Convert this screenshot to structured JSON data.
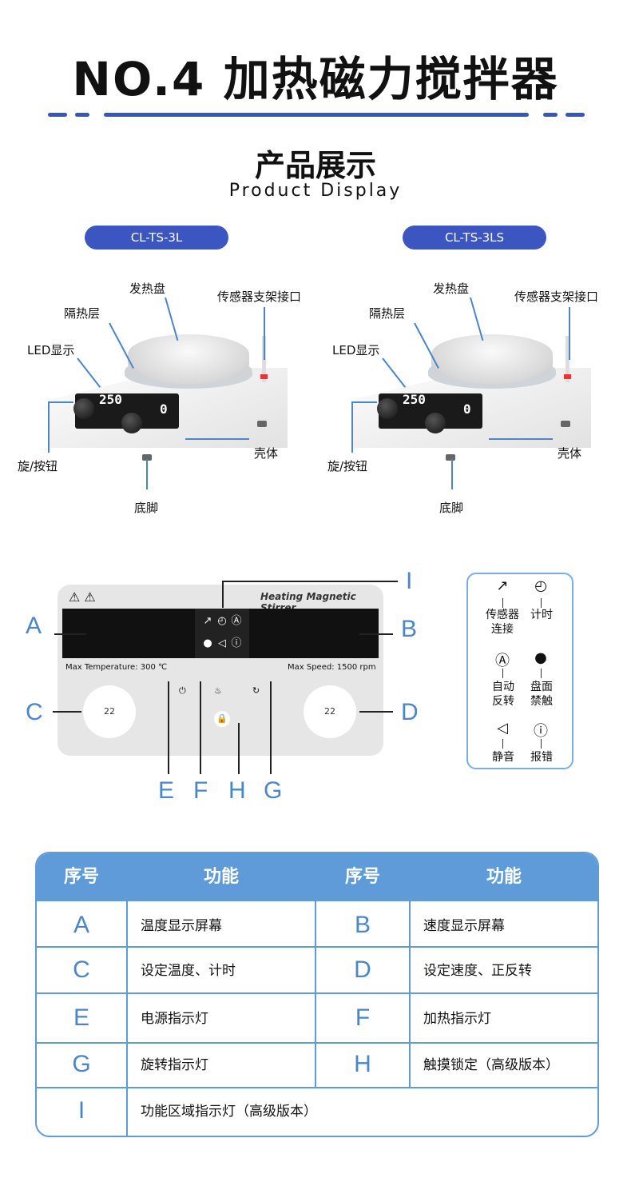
{
  "title": "NO.4 加热磁力搅拌器",
  "section": {
    "title_cn": "产品展示",
    "title_en": "Product Display"
  },
  "models": [
    {
      "name": "CL-TS-3L",
      "display": "250",
      "display_right": "0",
      "labels": {
        "plate": "发热盘",
        "sensor_port": "传感器支架接口",
        "insulation": "隔热层",
        "led": "LED显示",
        "knob": "旋/按钮",
        "housing": "壳体",
        "foot": "底脚"
      }
    },
    {
      "name": "CL-TS-3LS",
      "display": "250",
      "display_right": "0",
      "labels": {
        "plate": "发热盘",
        "sensor_port": "传感器支架接口",
        "insulation": "隔热层",
        "led": "LED显示",
        "knob": "旋/按钮",
        "housing": "壳体",
        "foot": "底脚"
      }
    }
  ],
  "panel": {
    "brand": "Heating Magnetic Stirrer",
    "max_temp": "Max Temperature:  300 ℃",
    "max_speed": "Max Speed:  1500 rpm",
    "left_dial": "22",
    "right_dial": "22",
    "letters": [
      "A",
      "B",
      "C",
      "D",
      "E",
      "F",
      "H",
      "G",
      "I"
    ]
  },
  "legend": {
    "items": [
      {
        "icon": "sensor-icon",
        "label": "传感器\n连接"
      },
      {
        "icon": "timer-icon",
        "label": "计时"
      },
      {
        "icon": "auto-reverse-icon",
        "label": "自动\n反转"
      },
      {
        "icon": "no-touch-icon",
        "label": "盘面\n禁触"
      },
      {
        "icon": "mute-icon",
        "label": "静音"
      },
      {
        "icon": "alarm-icon",
        "label": "报错"
      }
    ]
  },
  "table": {
    "headers": [
      "序号",
      "功能",
      "序号",
      "功能"
    ],
    "rows": [
      [
        "A",
        "温度显示屏幕",
        "B",
        "速度显示屏幕"
      ],
      [
        "C",
        "设定温度、计时",
        "D",
        "设定速度、正反转"
      ],
      [
        "E",
        "电源指示灯",
        "F",
        "加热指示灯"
      ],
      [
        "G",
        "旋转指示灯",
        "H",
        "触摸锁定（高级版本）"
      ],
      [
        "I",
        "功能区域指示灯（高级版本）"
      ]
    ]
  },
  "colors": {
    "accent": "#3b56c0",
    "table_blue": "#5f9bd8",
    "letter_blue": "#4a86c8"
  }
}
